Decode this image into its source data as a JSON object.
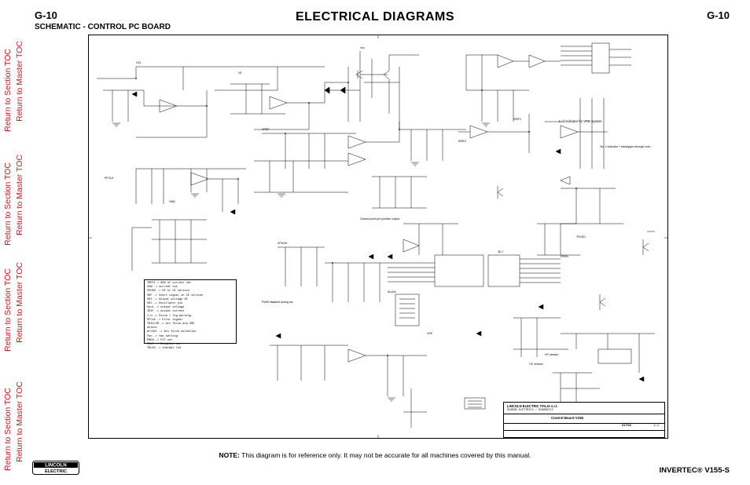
{
  "header": {
    "title": "ELECTRICAL DIAGRAMS",
    "page_left": "G-10",
    "page_right": "G-10",
    "subtitle": "SCHEMATIC - CONTROL PC BOARD"
  },
  "toc": {
    "section_label": "Return to Section TOC",
    "master_label": "Return to Master TOC",
    "color": "#d4161c"
  },
  "footer": {
    "note_bold": "NOTE:",
    "note_text": " This diagram is for reference only. It may not be accurate for all machines covered by this manual.",
    "model": "INVERTEC® V155-S",
    "logo_line1": "LINCOLN",
    "logo_line2": "ELECTRIC"
  },
  "legend": [
    "IREF1 = 90% of current set",
    "VSW -> current out",
    "VPUSH -> HF or CE version",
    "VHF -> Start signal in CE version",
    "VHI -> Output voltage HI",
    "OSC -> Oscillator pin",
    "Vout -> output voltage",
    "IRIF -> output current",
    "I_H -> Stick / Tig working",
    "PFCLK -> Error signal",
    "TRIG/VR -> Arc force and VRD",
    "detect",
    "ArcSel -> Arc force selection",
    "Fan -> fan setting",
    "PREN -> PIT set",
    "SILT -> Disabled set",
    "TRLED -> thermal led"
  ],
  "annotations": {
    "led_note": "Led indicator for VRD system",
    "fan_note": "No. 1 indicator + bandgaps through over...",
    "mid_note": "Closed point per positive output",
    "pwm_note": "PWM disabled during arc",
    "ce_note": "CE version",
    "hf_note": "HF version"
  },
  "title_block": {
    "company": "LINCOLN ELECTRIC ITALIA s.r.l.",
    "sub": "SCHEMA ELETTRICO / SCHEMATIC",
    "drawing": "Control Board V155",
    "code": "S2755",
    "sheet": "1/1"
  },
  "nets": [
    "V24",
    "V5",
    "Vcc",
    "GND",
    "VREF",
    "IREF1",
    "IREF2",
    "VHF",
    "VPUSH",
    "SILT",
    "PREN",
    "ArcSel",
    "TRLED",
    "PFCLK"
  ]
}
